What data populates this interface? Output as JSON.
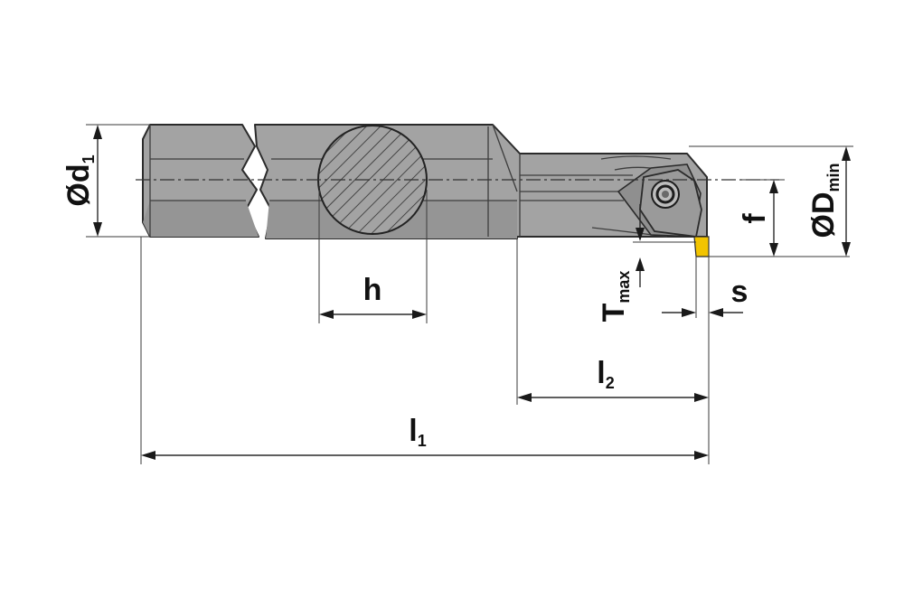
{
  "colors": {
    "body_fill": "#a3a3a3",
    "body_dark": "#8f8f8f",
    "outline": "#2b2b2b",
    "insert": "#f2c400",
    "dimension": "#2a2a2a"
  },
  "labels": {
    "d1": {
      "main": "Ød",
      "sub": "1"
    },
    "h": {
      "main": "h"
    },
    "t_max": {
      "main": "T",
      "sub": "max"
    },
    "s": {
      "main": "s"
    },
    "f": {
      "main": "f"
    },
    "d_min": {
      "main": "ØD",
      "sub": "min"
    },
    "l2": {
      "main": "l",
      "sub": "2"
    },
    "l1": {
      "main": "l",
      "sub": "1"
    }
  }
}
